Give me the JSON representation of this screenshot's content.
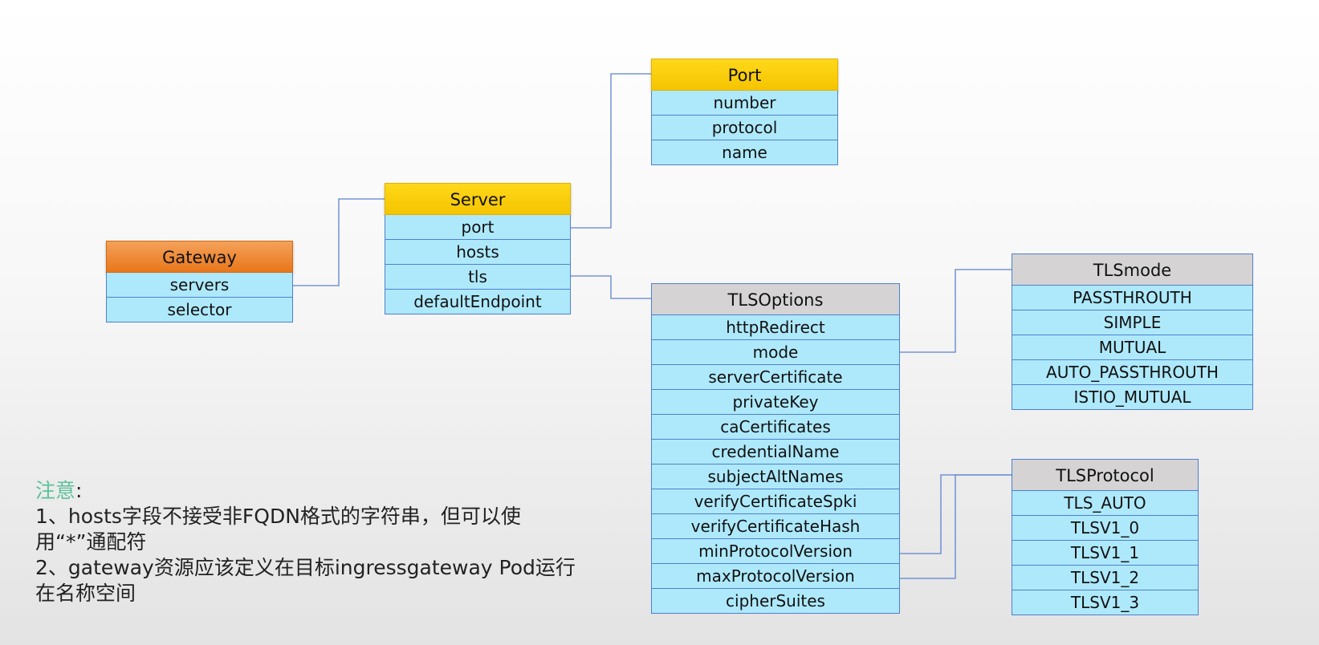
{
  "entities": {
    "gateway": {
      "title": "Gateway",
      "fields": [
        "servers",
        "selector"
      ]
    },
    "server": {
      "title": "Server",
      "fields": [
        "port",
        "hosts",
        "tls",
        "defaultEndpoint"
      ]
    },
    "port": {
      "title": "Port",
      "fields": [
        "number",
        "protocol",
        "name"
      ]
    },
    "tlsoptions": {
      "title": "TLSOptions",
      "fields": [
        "httpRedirect",
        "mode",
        "serverCertificate",
        "privateKey",
        "caCertificates",
        "credentialName",
        "subjectAltNames",
        "verifyCertificateSpki",
        "verifyCertificateHash",
        "minProtocolVersion",
        "maxProtocolVersion",
        "cipherSuites"
      ]
    },
    "tlsmode": {
      "title": "TLSmode",
      "fields": [
        "PASSTHROUTH",
        "SIMPLE",
        "MUTUAL",
        "AUTO_PASSTHROUTH",
        "ISTIO_MUTUAL"
      ]
    },
    "tlsprotocol": {
      "title": "TLSProtocol",
      "fields": [
        "TLS_AUTO",
        "TLSV1_0",
        "TLSV1_1",
        "TLSV1_2",
        "TLSV1_3"
      ]
    }
  },
  "note": {
    "title": "注意",
    "colon": ":",
    "line1": "1、hosts字段不接受非FQDN格式的字符串，但可以使用“*”通配符",
    "line2": "2、gateway资源应该定义在目标ingressgateway Pod运行在名称空间"
  },
  "colors": {
    "field_fill": "#aee9fb",
    "field_border": "#4f7fd0",
    "header_orange": "#e8761a",
    "header_yellow": "#f5c400",
    "header_gray": "#d5d3d4",
    "note_title": "#5cc19a",
    "connector": "#5b83cf"
  }
}
